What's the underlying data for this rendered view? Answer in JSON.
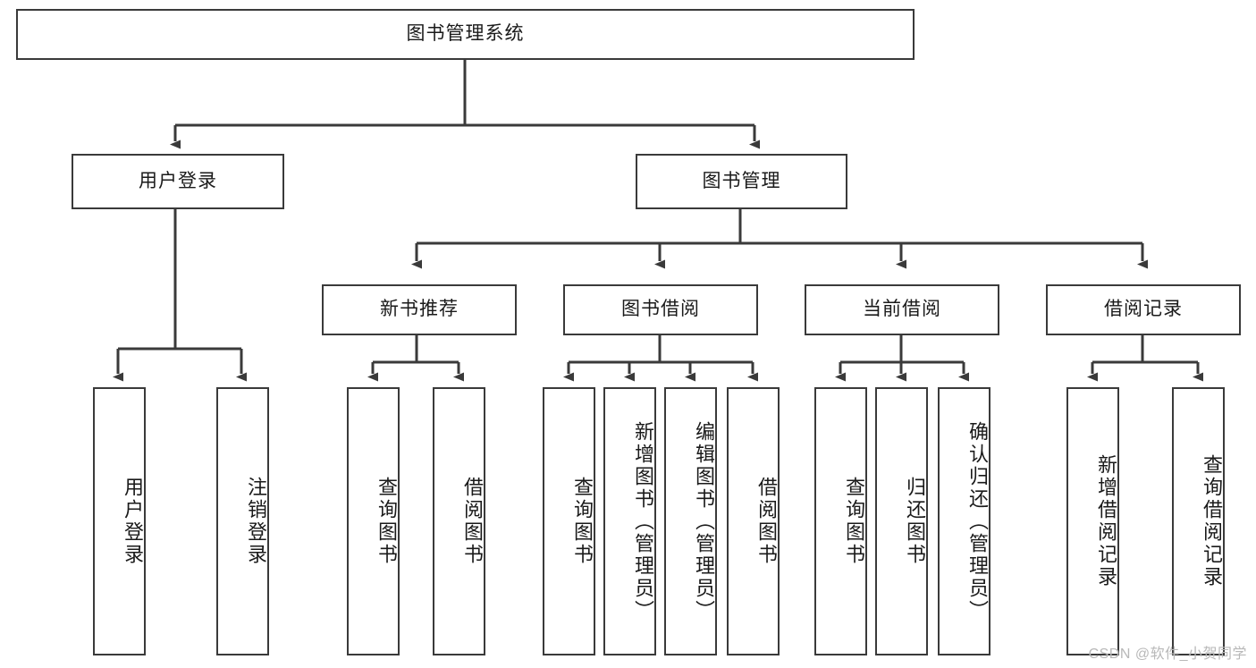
{
  "diagram": {
    "title": "图书管理系统",
    "watermark": "CSDN @软件_小贺同学",
    "stroke_color": "#3a3a3a",
    "fill_color": "#ffffff",
    "text_color": "#1a1a1a",
    "watermark_color": "#b8b8b8",
    "levels": {
      "root": {
        "label": "图书管理系统"
      },
      "level2": [
        {
          "label": "用户登录"
        },
        {
          "label": "图书管理"
        }
      ],
      "level3": [
        {
          "label": "新书推荐"
        },
        {
          "label": "图书借阅"
        },
        {
          "label": "当前借阅"
        },
        {
          "label": "借阅记录"
        }
      ],
      "leaves": [
        {
          "label": "用户登录",
          "parent": "用户登录"
        },
        {
          "label": "注销登录",
          "parent": "用户登录"
        },
        {
          "label": "查询图书",
          "parent": "新书推荐"
        },
        {
          "label": "借阅图书",
          "parent": "新书推荐"
        },
        {
          "label": "查询图书",
          "parent": "图书借阅"
        },
        {
          "label": "新增图书（管理员）",
          "parent": "图书借阅"
        },
        {
          "label": "编辑图书（管理员）",
          "parent": "图书借阅"
        },
        {
          "label": "借阅图书",
          "parent": "图书借阅"
        },
        {
          "label": "查询图书",
          "parent": "当前借阅"
        },
        {
          "label": "归还图书",
          "parent": "当前借阅"
        },
        {
          "label": "确认归还（管理员）",
          "parent": "当前借阅"
        },
        {
          "label": "新增借阅记录",
          "parent": "借阅记录"
        },
        {
          "label": "查询借阅记录",
          "parent": "借阅记录"
        }
      ]
    }
  }
}
